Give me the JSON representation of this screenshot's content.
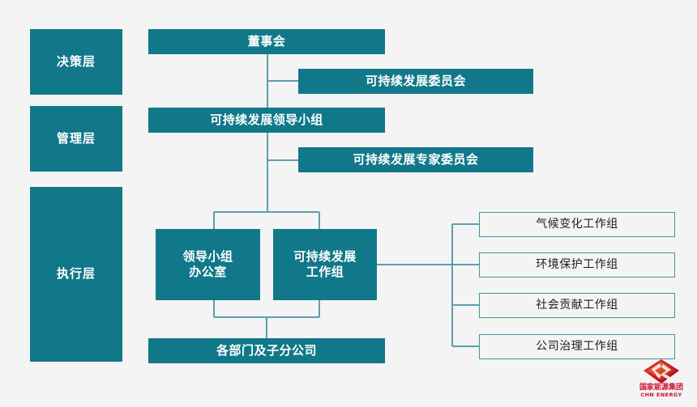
{
  "theme": {
    "background": "#f4f4f4",
    "teal": "#11788a",
    "wire": "#5c9fad",
    "workgroup_border": "#3f94a3",
    "workgroup_fill": "#f4f4f4",
    "workgroup_text": "#1d1d1d",
    "logo_red": "#c8102e",
    "box_text": "#ffffff"
  },
  "layers": [
    {
      "label": "决策层",
      "name": "decision-layer"
    },
    {
      "label": "管理层",
      "name": "management-layer"
    },
    {
      "label": "执行层",
      "name": "execution-layer"
    }
  ],
  "nodes": {
    "board": "董事会",
    "sd_committee": "可持续发展委员会",
    "sd_leading_group": "可持续发展领导小组",
    "sd_expert_committee": "可持续发展专家委员会",
    "leading_group_office": "领导小组\n办公室",
    "sd_working_group": "可持续发展\n工作组",
    "departments": "各部门及子分公司"
  },
  "workgroups": [
    {
      "label": "气候变化工作组",
      "name": "workgroup-climate-change"
    },
    {
      "label": "环境保护工作组",
      "name": "workgroup-environmental-protection"
    },
    {
      "label": "社会贡献工作组",
      "name": "workgroup-social-contribution"
    },
    {
      "label": "公司治理工作组",
      "name": "workgroup-corporate-governance"
    }
  ],
  "logo": {
    "name_cn": "国家能源集团",
    "name_en": "CHN ENERGY"
  }
}
